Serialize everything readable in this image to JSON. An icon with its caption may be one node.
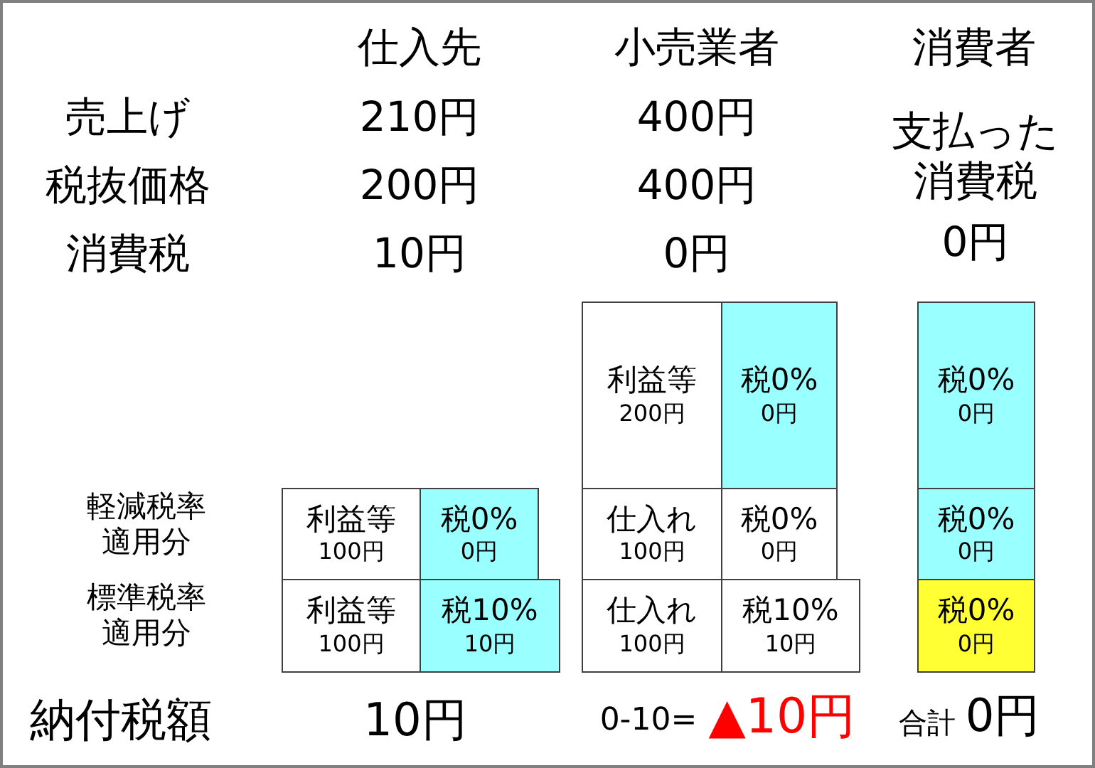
{
  "diagram": {
    "nodes": [
      {
        "text": [
          "利益等",
          "100円"
        ]
      },
      {
        "text": [
          "税0%",
          "0円"
        ]
      },
      {
        "text": [
          "利益等",
          "100円"
        ]
      },
      {
        "text": [
          "税10%",
          "10円"
        ]
      },
      {
        "text": [
          "利益等",
          "200円"
        ]
      },
      {
        "text": [
          "税0%",
          "0円"
        ]
      },
      {
        "text": [
          "仕入れ",
          "100円"
        ]
      },
      {
        "text": [
          "税0%",
          "0円"
        ]
      },
      {
        "text": [
          "仕入れ",
          "100円"
        ]
      },
      {
        "text": [
          "税10%",
          "10円"
        ]
      },
      {
        "text": [
          "税0%",
          "0円"
        ]
      },
      {
        "text": [
          "税0%",
          "0円"
        ]
      },
      {
        "text": [
          "税0%",
          "0円"
        ]
      }
    ],
    "labels": [
      "仕入先",
      "小売業者",
      "消費者",
      "売上げ",
      "210円",
      "400円",
      "支払った消費税",
      "税抜価格",
      "200円",
      "400円",
      "消費税",
      "10円",
      "0円",
      "0円",
      "軽減税率適用分",
      "標準税率適用分",
      "納付税額",
      "10円",
      "0-10=",
      "▲10円",
      "合計",
      "0円"
    ]
  }
}
